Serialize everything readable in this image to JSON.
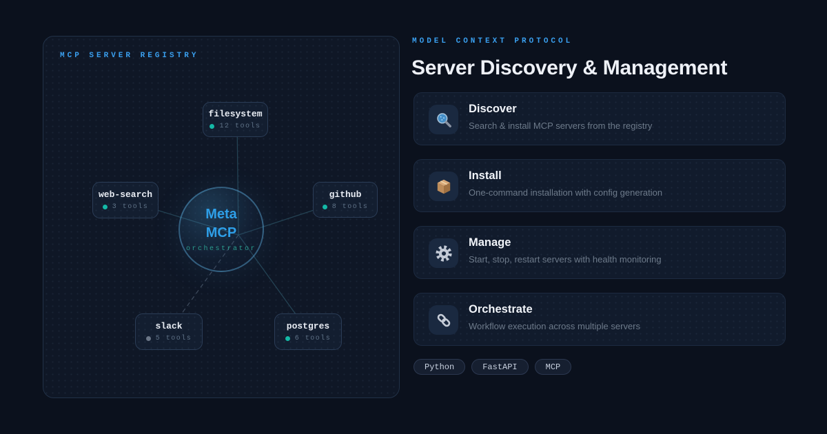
{
  "theme": {
    "accent_blue": "#3aa0f0",
    "hub_blue": "#2e9fe8",
    "teal_online": "#14b8a6",
    "gray_offline": "#6b7687"
  },
  "registry_panel": {
    "title": "MCP SERVER REGISTRY",
    "hub": {
      "line1": "Meta",
      "line2": "MCP",
      "subtitle": "orchestrator"
    },
    "nodes": [
      {
        "label": "filesystem",
        "tools": "12 tools",
        "status": "online"
      },
      {
        "label": "web-search",
        "tools": "3 tools",
        "status": "online"
      },
      {
        "label": "github",
        "tools": "8 tools",
        "status": "online"
      },
      {
        "label": "slack",
        "tools": "5 tools",
        "status": "offline"
      },
      {
        "label": "postgres",
        "tools": "6 tools",
        "status": "online"
      }
    ]
  },
  "main": {
    "eyebrow": "MODEL CONTEXT PROTOCOL",
    "title": "Server Discovery & Management",
    "features": [
      {
        "icon": "magnifier-icon",
        "title": "Discover",
        "description": "Search & install MCP servers from the registry"
      },
      {
        "icon": "package-icon",
        "title": "Install",
        "description": "One-command installation with config generation"
      },
      {
        "icon": "gear-icon",
        "title": "Manage",
        "description": "Start, stop, restart servers with health monitoring"
      },
      {
        "icon": "link-icon",
        "title": "Orchestrate",
        "description": "Workflow execution across multiple servers"
      }
    ],
    "tags": [
      "Python",
      "FastAPI",
      "MCP"
    ]
  }
}
